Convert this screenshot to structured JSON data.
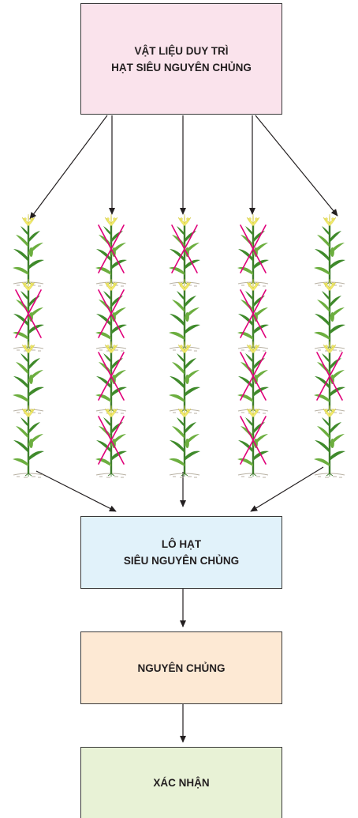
{
  "colors": {
    "top_box": "#fae3ec",
    "lot_box": "#e1f2fa",
    "nc_box": "#fde9d4",
    "xn_box": "#e8f2d6",
    "border": "#3a3a3a",
    "arrow": "#231f20",
    "cross": "#e0007a",
    "stem": "#3e7d2c",
    "leaf": "#6cae3f",
    "leaf_dark": "#3f8a2b",
    "tassel": "#f1ea6a",
    "ground": "#b9b2a4"
  },
  "boxes": {
    "top": {
      "line1": "VẬT LIỆU DUY TRÌ",
      "line2": "HẠT SIÊU NGUYÊN CHỦNG"
    },
    "lot": {
      "line1": "LÔ HẠT",
      "line2": "SIÊU NGUYÊN CHỦNG"
    },
    "nc": {
      "label": "NGUYÊN CHỦNG"
    },
    "xn": {
      "label": "XÁC NHẬN"
    }
  },
  "plant_grid": {
    "icon": "corn-plant-icon",
    "cross_icon": "cross-mark-icon",
    "crossed": [
      [
        false,
        true,
        true,
        true,
        false
      ],
      [
        true,
        true,
        false,
        true,
        false
      ],
      [
        false,
        true,
        false,
        true,
        true
      ],
      [
        false,
        true,
        false,
        true,
        false
      ]
    ]
  }
}
